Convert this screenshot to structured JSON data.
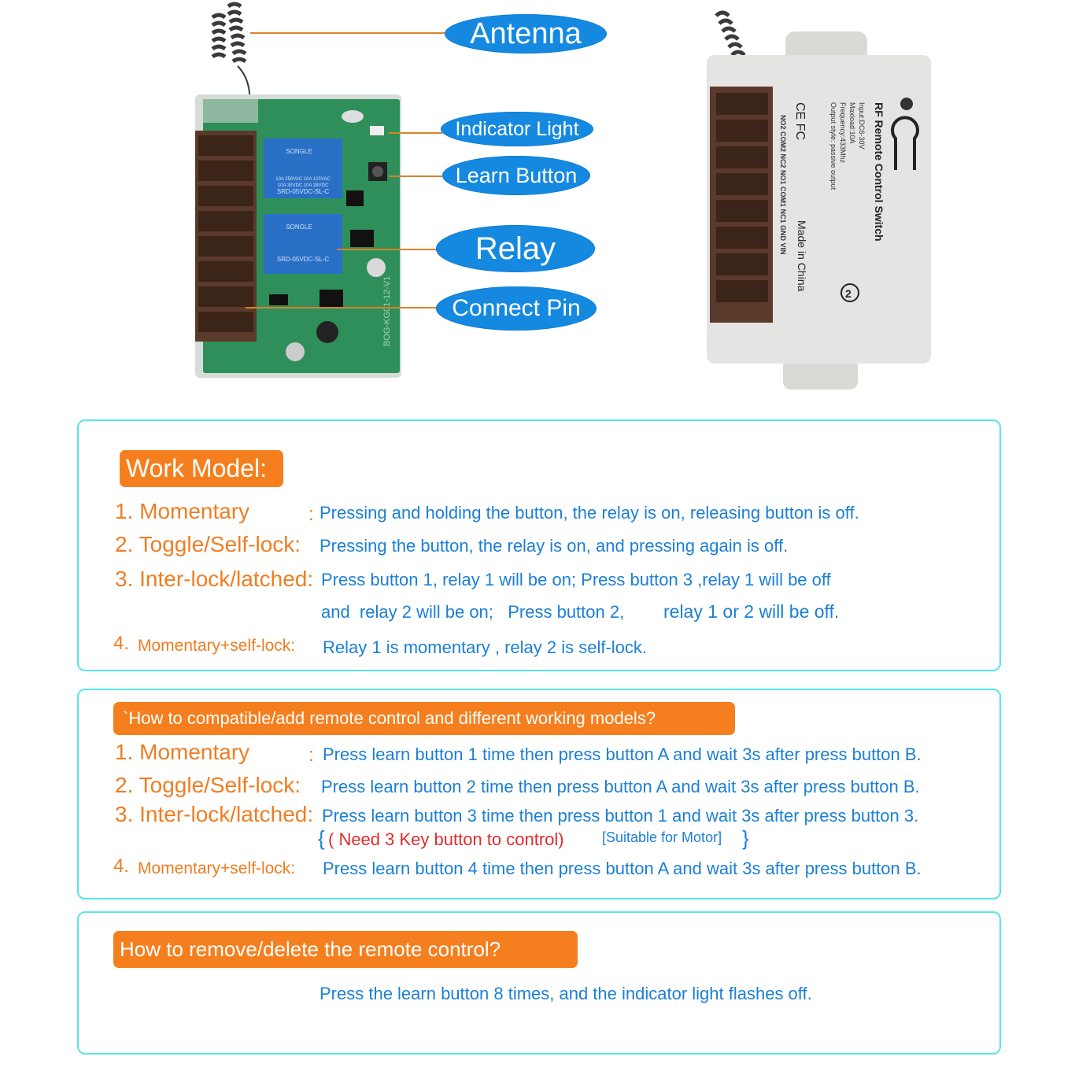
{
  "callouts": {
    "antenna": "Antenna",
    "indicator_light": "Indicator Light",
    "learn_button": "Learn Button",
    "relay": "Relay",
    "connect_pin": "Connect Pin"
  },
  "board": {
    "pcb_code": "BOG-KG01-12-V1",
    "relay_brand": "SONGLE",
    "relay_rating_1": "10A 250VAC 10A 125VAC",
    "relay_rating_2": "10A 30VDC 10A 28VDC",
    "relay_model": "SRD-05VDC-SL-C"
  },
  "case_label": {
    "title": "RF Remote Control Switch",
    "input": "Input:DC6-30V",
    "maxload": "Maxload:10A",
    "frequency": "Frequency:433Mhz",
    "output_style": "Output style: passive output",
    "made_in": "Made in China",
    "pins": "NO2 COM2 NC2 NO1 COM1 NC1 GND VIN",
    "channel": "2",
    "marks": "CE FC"
  },
  "work_model": {
    "header": "Work Model:",
    "items": [
      {
        "label": "1. Momentary",
        "colon": ":",
        "desc": "Pressing and holding the button, the relay is on, releasing button is off."
      },
      {
        "label": "2. Toggle/Self-lock:",
        "desc": "Pressing the button, the relay is on, and pressing again is off."
      },
      {
        "label": "3. Inter-lock/latched:",
        "desc": "Press button 1, relay 1 will be on; Press button 3 ,relay 1 will be off",
        "desc2a": "and  relay 2 will be on;   Press button 2,",
        "desc2b": "relay 1 or 2 will be off."
      },
      {
        "label_num": "4.",
        "label": "Momentary+self-lock:",
        "desc": "Relay 1 is momentary , relay 2 is self-lock."
      }
    ]
  },
  "compat": {
    "header": "`How to compatible/add remote control and different working models?",
    "items": [
      {
        "label": "1. Momentary",
        "colon": ":",
        "desc": "Press learn button 1 time then press button A and wait 3s after press button B."
      },
      {
        "label": "2. Toggle/Self-lock:",
        "desc": "Press learn button 2 time then press button A and wait 3s after press button B."
      },
      {
        "label": "3. Inter-lock/latched:",
        "desc": "Press learn button 3 time then press button 1 and wait 3s after press button 3.",
        "open": "{",
        "need": "( Need 3 Key button to control)",
        "suit": "[Suitable for Motor]",
        "close": "}"
      },
      {
        "label_num": "4.",
        "label": "Momentary+self-lock:",
        "desc": "Press learn button 4 time then press button A and wait 3s after press button B."
      }
    ]
  },
  "remove": {
    "header": "How to remove/delete the remote control?",
    "desc": "Press the learn button 8 times, and the indicator light flashes off."
  },
  "colors": {
    "callout_blue": "#1589e0",
    "accent_orange": "#f57f1e",
    "text_blue": "#1b7fd6",
    "box_border": "#58e6e6",
    "pcb_green": "#2f8f5a",
    "case_grey": "#e4e4e2"
  }
}
